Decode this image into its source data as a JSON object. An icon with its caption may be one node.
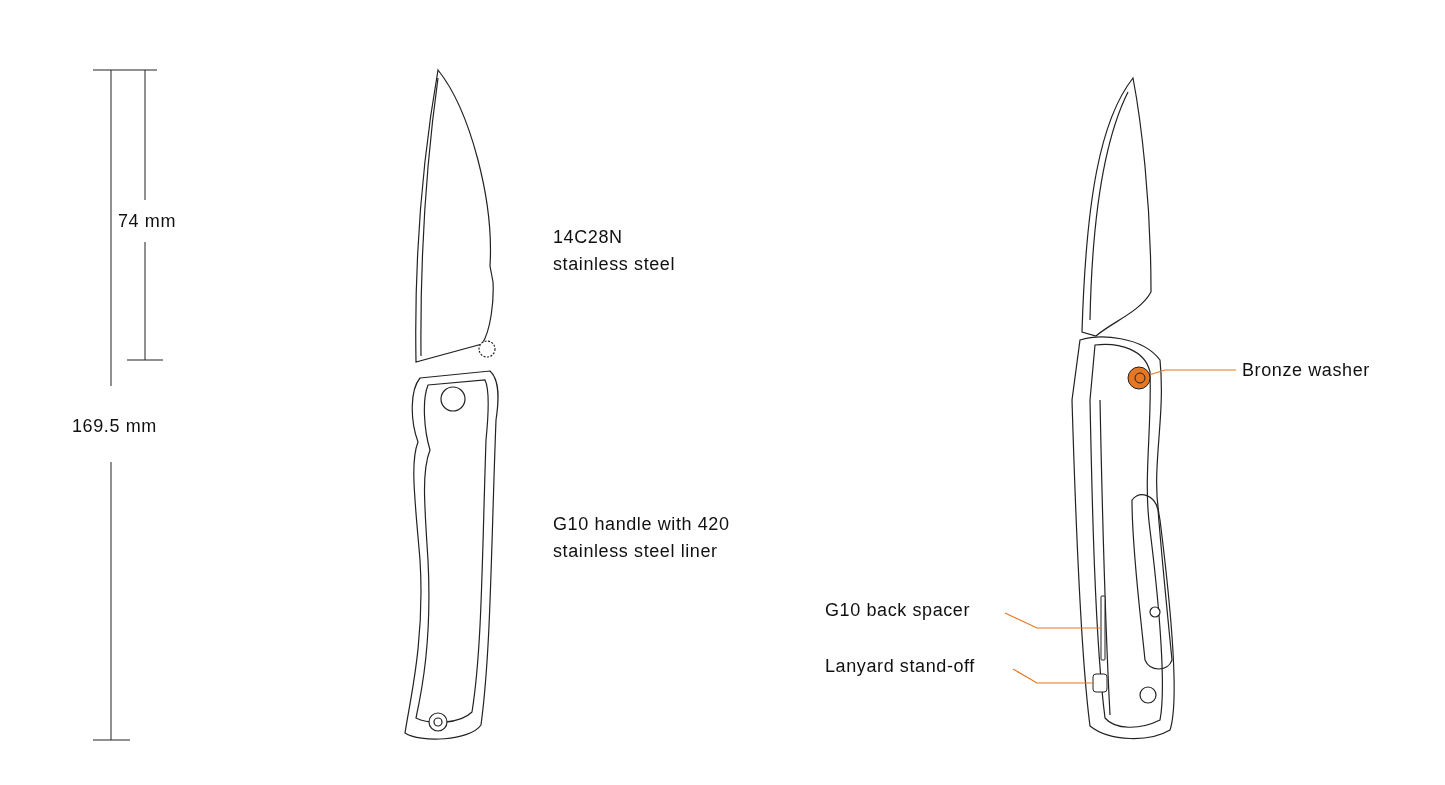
{
  "diagram": {
    "nodes": [
      {
        "text": [
          "Bronze washer"
        ]
      },
      {
        "text": [],
        "shape": "circle"
      },
      {
        "text": [
          "G10 back spacer"
        ]
      },
      {
        "text": [
          "Lanyard stand-off"
        ]
      },
      {
        "text": [],
        "shape": "bar"
      },
      {
        "text": [],
        "shape": "box"
      }
    ],
    "edges": [
      {
        "from": 0,
        "to": 1,
        "arrow": "none"
      },
      {
        "from": 2,
        "to": 4,
        "arrow": "none"
      },
      {
        "from": 3,
        "to": 5,
        "arrow": "none"
      }
    ],
    "labels": [
      "74 mm",
      "169.5 mm",
      "14C28N stainless steel",
      "G10 handle with 420 stainless steel liner"
    ]
  }
}
